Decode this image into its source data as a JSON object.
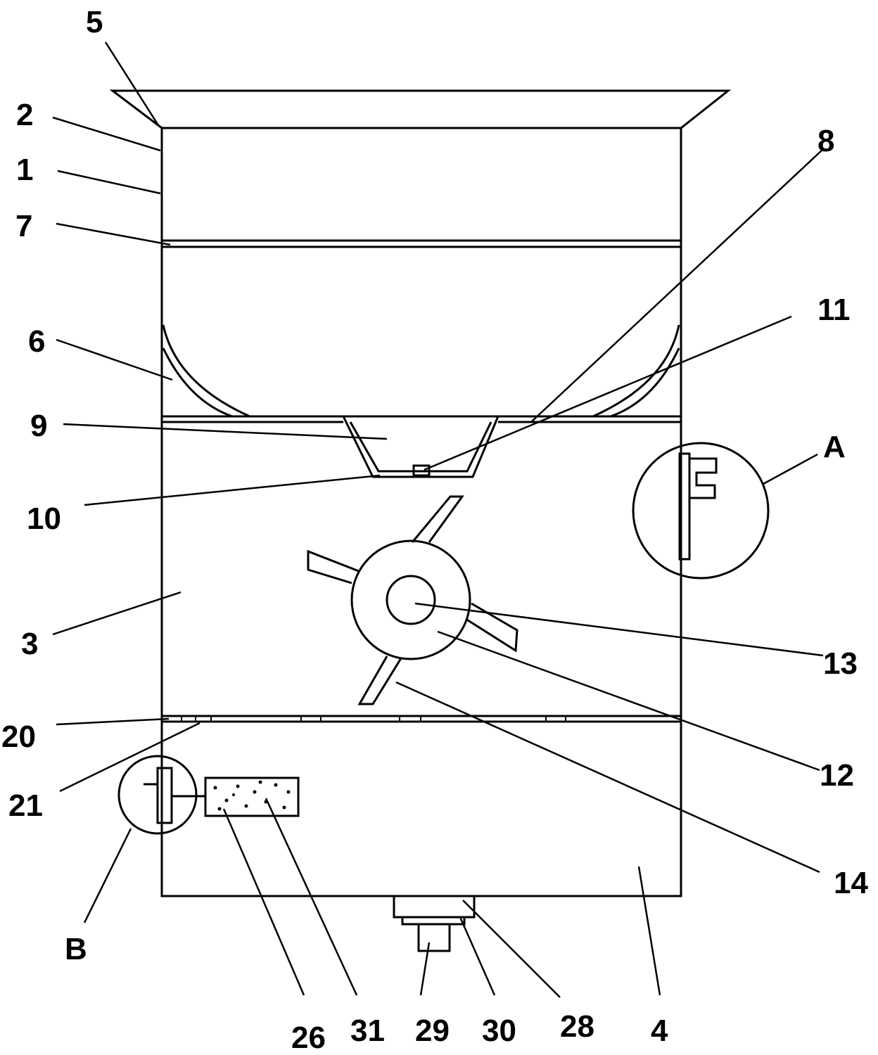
{
  "diagram": {
    "labels": {
      "n5": "5",
      "n2": "2",
      "n1": "1",
      "n7": "7",
      "n6": "6",
      "n9": "9",
      "n10": "10",
      "n3": "3",
      "n20": "20",
      "n21": "21",
      "nB": "B",
      "n26": "26",
      "n31": "31",
      "n29": "29",
      "n30": "30",
      "n28": "28",
      "n4": "4",
      "n14": "14",
      "n12": "12",
      "n13": "13",
      "nA": "A",
      "n11": "11",
      "n8": "8"
    },
    "colors": {
      "stroke": "#000000",
      "background": "#ffffff"
    }
  }
}
